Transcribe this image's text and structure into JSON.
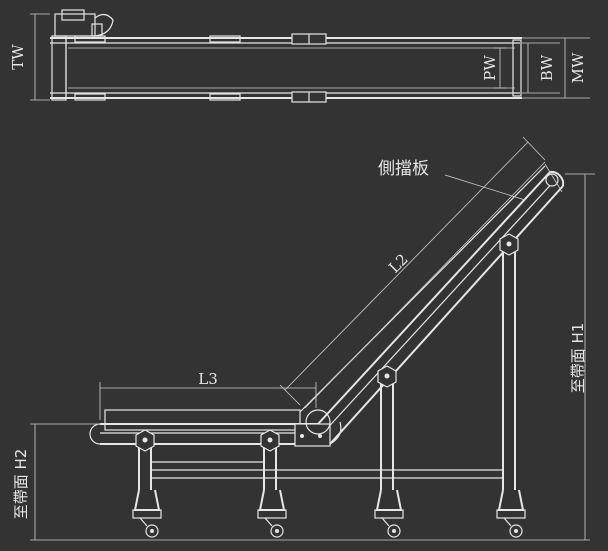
{
  "labels": {
    "tw": "TW",
    "pw": "PW",
    "bw": "BW",
    "mw": "MW",
    "l2": "L2",
    "l3": "L3",
    "side_guard": "側擋板",
    "h1": "至帶面 H1",
    "h2": "至帶面 H2"
  },
  "colors": {
    "background": "#333333",
    "line": "#e6e6e6"
  }
}
